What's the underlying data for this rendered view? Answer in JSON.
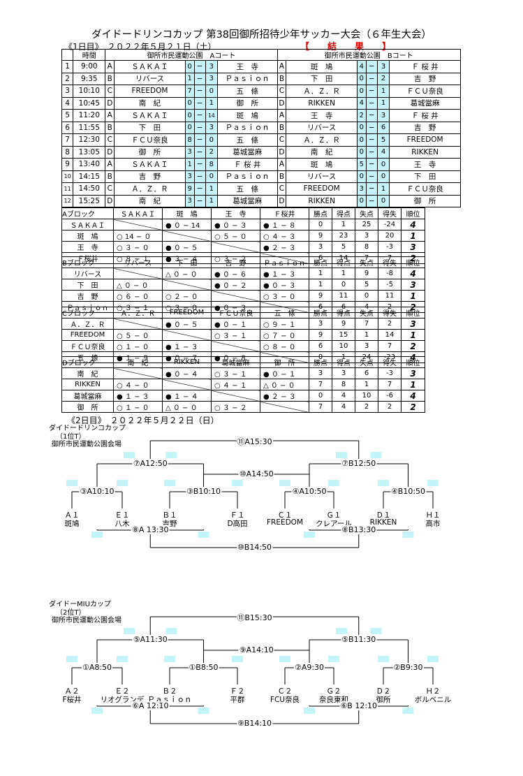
{
  "title": "ダイドードリンコカップ 第38回御所招待少年サッカー大会（６年生大会）",
  "day1": {
    "label": "《1日目》",
    "date": "２０２２年５月２１日（土）",
    "result_label": "【　　結　　果　　】"
  },
  "schedule": {
    "header": {
      "time": "時間",
      "court_a": "御所市民運動公園　Aコート",
      "court_b": "御所市民運動公園　Bコート"
    },
    "rows": [
      [
        "1",
        "9:00",
        "A",
        "ＳＡＫＡＩ",
        "0",
        "3",
        "王　寺",
        "A",
        "斑　鳩",
        "4",
        "3",
        "Ｆ 桜 井"
      ],
      [
        "2",
        "9:35",
        "B",
        "リバース",
        "1",
        "3",
        "Ｐａｓｉｏｎ",
        "B",
        "下　田",
        "0",
        "2",
        "吉　野"
      ],
      [
        "3",
        "10:10",
        "C",
        "FREEDOM",
        "7",
        "0",
        "五　條",
        "C",
        "Ａ．Ｚ．Ｒ",
        "0",
        "1",
        "ＦＣＵ奈良"
      ],
      [
        "4",
        "10:45",
        "D",
        "南　紀",
        "0",
        "1",
        "御　所",
        "D",
        "RIKKEN",
        "4",
        "1",
        "葛城當麻"
      ],
      [
        "5",
        "11:20",
        "A",
        "ＳＡＫＡＩ",
        "0",
        "14",
        "斑　鳩",
        "A",
        "王　寺",
        "2",
        "3",
        "Ｆ 桜 井"
      ],
      [
        "6",
        "11:55",
        "B",
        "下　田",
        "0",
        "3",
        "Ｐａｓｉｏｎ",
        "B",
        "リバース",
        "0",
        "6",
        "吉　野"
      ],
      [
        "7",
        "12:30",
        "C",
        "ＦＣＵ奈良",
        "8",
        "0",
        "五　條",
        "C",
        "Ａ．Ｚ．Ｒ",
        "0",
        "5",
        "FREEDOM"
      ],
      [
        "8",
        "13:05",
        "D",
        "御　所",
        "3",
        "2",
        "葛城當麻",
        "D",
        "南　紀",
        "0",
        "4",
        "RIKKEN"
      ],
      [
        "9",
        "13:40",
        "A",
        "ＳＡＫＡＩ",
        "1",
        "8",
        "Ｆ 桜 井",
        "A",
        "斑　鳩",
        "5",
        "0",
        "王　寺"
      ],
      [
        "10",
        "14:15",
        "B",
        "吉　野",
        "3",
        "0",
        "Ｐａｓｉｏｎ",
        "B",
        "リバース",
        "0",
        "0",
        "下　田"
      ],
      [
        "11",
        "14:50",
        "C",
        "Ａ．Ｚ．Ｒ",
        "9",
        "1",
        "五　條",
        "C",
        "FREEDOM",
        "3",
        "1",
        "ＦＣＵ奈良"
      ],
      [
        "12",
        "15:25",
        "D",
        "南　紀",
        "3",
        "1",
        "葛城當麻",
        "D",
        "RIKKEN",
        "0",
        "0",
        "御　所"
      ]
    ]
  },
  "blocks": [
    {
      "name": "Aブロック",
      "teams": [
        "ＳＡＫＡＩ",
        "斑　鳩",
        "王　寺",
        "Ｆ桜井"
      ],
      "stat_headers": [
        "勝点",
        "得点",
        "失点",
        "得失",
        "順位"
      ],
      "rows": [
        [
          "",
          "● ０ − 14",
          "● ０ − ３",
          "● １ − ８",
          "0",
          "1",
          "25",
          "-24",
          "4"
        ],
        [
          "○ 14 − ０",
          "",
          "○ ５ − ０",
          "○ ４ − ３",
          "9",
          "23",
          "3",
          "20",
          "1"
        ],
        [
          "○ ３ − ０",
          "● ０ − ５",
          "",
          "● ２ − ３",
          "3",
          "5",
          "8",
          "-3",
          "3"
        ],
        [
          "○ ８ − １",
          "● ３ − ４",
          "○ ３ − ２",
          "",
          "6",
          "14",
          "7",
          "7",
          "2"
        ]
      ]
    },
    {
      "name": "Bブロック",
      "teams": [
        "リバース",
        "下　田",
        "吉　野",
        "Ｐａｓｉｏｎ"
      ],
      "stat_headers": [
        "勝点",
        "得点",
        "失点",
        "得失",
        "順位"
      ],
      "rows": [
        [
          "",
          "△ ０ − ０",
          "● ０ − ６",
          "● １ − ３",
          "1",
          "1",
          "9",
          "-8",
          "4"
        ],
        [
          "△ ０ − ０",
          "",
          "● ０ − ２",
          "● ０ − ３",
          "1",
          "0",
          "5",
          "-5",
          "3"
        ],
        [
          "○ ６ − ０",
          "○ ２ − ０",
          "",
          "○ ３ − ０",
          "9",
          "11",
          "0",
          "11",
          "1"
        ],
        [
          "○ ３ − １",
          "○ ３ − ０",
          "● ０ − ３",
          "",
          "6",
          "6",
          "4",
          "2",
          "2"
        ]
      ]
    },
    {
      "name": "Cブロック",
      "teams": [
        "Ａ．Ｚ．Ｒ",
        "FREEDOM",
        "ＦＣＵ奈良",
        "五　條"
      ],
      "stat_headers": [
        "勝点",
        "得点",
        "失点",
        "得失",
        "順位"
      ],
      "rows": [
        [
          "",
          "● ０ − ５",
          "● ０ − １",
          "○ ９ − １",
          "3",
          "9",
          "7",
          "2",
          "3"
        ],
        [
          "○ ５ − ０",
          "",
          "○ ３ − １",
          "○ ７ − ０",
          "9",
          "15",
          "1",
          "14",
          "1"
        ],
        [
          "○ １ − ０",
          "● １ − ３",
          "",
          "○ ８ − ０",
          "6",
          "10",
          "3",
          "7",
          "2"
        ],
        [
          "● １ − ９",
          "● ０ − ７",
          "● ０ − ８",
          "",
          "0",
          "1",
          "24",
          "-23",
          "4"
        ]
      ]
    },
    {
      "name": "Dブロック",
      "teams": [
        "南　紀",
        "RIKKEN",
        "葛城當麻",
        "御　所"
      ],
      "stat_headers": [
        "勝点",
        "得点",
        "失点",
        "得失",
        "順位"
      ],
      "rows": [
        [
          "",
          "● ０ − ４",
          "○ ３ − １",
          "● ０ − １",
          "3",
          "3",
          "6",
          "-3",
          "3"
        ],
        [
          "○ ４ − ０",
          "",
          "○ ４ − １",
          "△ ０ − ０",
          "7",
          "8",
          "1",
          "7",
          "1"
        ],
        [
          "● １ − ３",
          "● １ − ４",
          "",
          "● ２ − ３",
          "0",
          "4",
          "10",
          "-6",
          "4"
        ],
        [
          "○ １ − ０",
          "△ ０ − ０",
          "○ ３ − ２",
          "",
          "7",
          "4",
          "2",
          "2",
          "2"
        ]
      ]
    }
  ],
  "day2": {
    "label": "《2日目》",
    "date": "２０２２年５月２２日（日）"
  },
  "bracket1": {
    "cup": "ダイドードリンコカップ",
    "sub": "（1位T）",
    "venue": "御所市民運動公園会場",
    "final": "⑪A15:30",
    "semi_left": "⑦A12:50",
    "semi_right": "⑦B12:50",
    "center": "⑩A14:50",
    "r1": [
      "③A10:10",
      "③B10:10",
      "④A10:50",
      "④B10:50"
    ],
    "seeds": [
      "Ａ１",
      "Ｅ１",
      "Ｂ１",
      "Ｆ１",
      "Ｃ１",
      "Ｇ１",
      "Ｄ１",
      "Ｈ１"
    ],
    "teams": [
      "斑鳩",
      "八木",
      "吉野",
      "D高田",
      "FREEDOM",
      "クレアール",
      "RIKKEN",
      "高市"
    ],
    "cons_left": "⑧A 13:30",
    "cons_right": "⑧B13:30",
    "cons_final": "⑩B14:50"
  },
  "bracket2": {
    "cup": "ダイドーMIUカップ",
    "sub": "（2位T）",
    "venue": "御所市民運動公園会場",
    "final": "⑪B15:30",
    "semi_left": "⑤A11:30",
    "semi_right": "⑤B11:30",
    "center": "⑨A14:10",
    "r1": [
      "①A8:50",
      "①B8:50",
      "②A9:30",
      "②B9:30"
    ],
    "seeds": [
      "Ａ２",
      "Ｅ２",
      "Ｂ２",
      "Ｆ２",
      "Ｃ２",
      "Ｇ２",
      "Ｄ２",
      "Ｈ２"
    ],
    "teams": [
      "F桜井",
      "リオグランデ",
      "Ｐａｓｉｏｎ",
      "平群",
      "FCU奈良",
      "奈良東和",
      "御所",
      "ボルベニル"
    ],
    "cons_left": "⑥A 12:10",
    "cons_right": "⑥B 12:10",
    "cons_final": "⑨B14:10"
  }
}
